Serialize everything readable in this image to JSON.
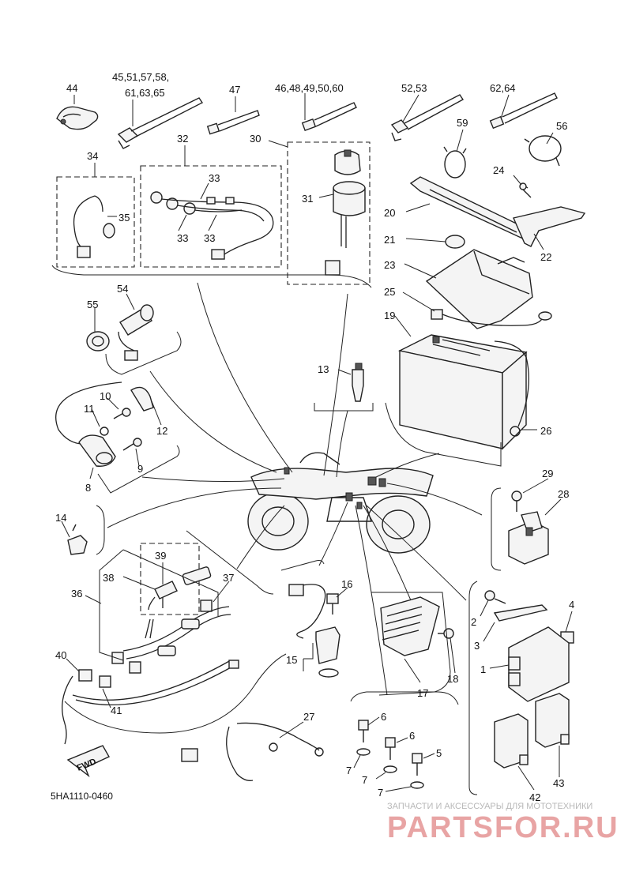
{
  "diagram_code": "5HA1110-0460",
  "fwd_label": "FWD",
  "watermark": {
    "line1": "ЗАПЧАСТИ И АКСЕССУАРЫ ДЛЯ МОТОТЕХНИКИ",
    "line2": "PARTSFOR.RU"
  },
  "callouts": [
    {
      "id": "c44",
      "text": "44"
    },
    {
      "id": "c45",
      "text": "45,51,57,58,"
    },
    {
      "id": "c45b",
      "text": "61,63,65"
    },
    {
      "id": "c47",
      "text": "47"
    },
    {
      "id": "c46",
      "text": "46,48,49,50,60"
    },
    {
      "id": "c52",
      "text": "52,53"
    },
    {
      "id": "c62",
      "text": "62,64"
    },
    {
      "id": "c59",
      "text": "59"
    },
    {
      "id": "c56",
      "text": "56"
    },
    {
      "id": "c34",
      "text": "34"
    },
    {
      "id": "c32",
      "text": "32"
    },
    {
      "id": "c30",
      "text": "30"
    },
    {
      "id": "c33a",
      "text": "33"
    },
    {
      "id": "c33b",
      "text": "33"
    },
    {
      "id": "c33c",
      "text": "33"
    },
    {
      "id": "c35",
      "text": "35"
    },
    {
      "id": "c31",
      "text": "31"
    },
    {
      "id": "c24",
      "text": "24"
    },
    {
      "id": "c20",
      "text": "20"
    },
    {
      "id": "c21",
      "text": "21"
    },
    {
      "id": "c22",
      "text": "22"
    },
    {
      "id": "c23",
      "text": "23"
    },
    {
      "id": "c25",
      "text": "25"
    },
    {
      "id": "c19",
      "text": "19"
    },
    {
      "id": "c54",
      "text": "54"
    },
    {
      "id": "c55",
      "text": "55"
    },
    {
      "id": "c13",
      "text": "13"
    },
    {
      "id": "c10",
      "text": "10"
    },
    {
      "id": "c11",
      "text": "11"
    },
    {
      "id": "c12",
      "text": "12"
    },
    {
      "id": "c9",
      "text": "9"
    },
    {
      "id": "c8",
      "text": "8"
    },
    {
      "id": "c26",
      "text": "26"
    },
    {
      "id": "c29",
      "text": "29"
    },
    {
      "id": "c28",
      "text": "28"
    },
    {
      "id": "c14",
      "text": "14"
    },
    {
      "id": "c39",
      "text": "39"
    },
    {
      "id": "c38",
      "text": "38"
    },
    {
      "id": "c37",
      "text": "37"
    },
    {
      "id": "c36",
      "text": "36"
    },
    {
      "id": "c16",
      "text": "16"
    },
    {
      "id": "c15",
      "text": "15"
    },
    {
      "id": "c17",
      "text": "17"
    },
    {
      "id": "c18",
      "text": "18"
    },
    {
      "id": "c2",
      "text": "2"
    },
    {
      "id": "c3",
      "text": "3"
    },
    {
      "id": "c4",
      "text": "4"
    },
    {
      "id": "c1",
      "text": "1"
    },
    {
      "id": "c40",
      "text": "40"
    },
    {
      "id": "c41",
      "text": "41"
    },
    {
      "id": "c27",
      "text": "27"
    },
    {
      "id": "c6a",
      "text": "6"
    },
    {
      "id": "c6b",
      "text": "6"
    },
    {
      "id": "c5",
      "text": "5"
    },
    {
      "id": "c7a",
      "text": "7"
    },
    {
      "id": "c7b",
      "text": "7"
    },
    {
      "id": "c7c",
      "text": "7"
    },
    {
      "id": "c42",
      "text": "42"
    },
    {
      "id": "c43",
      "text": "43"
    }
  ]
}
